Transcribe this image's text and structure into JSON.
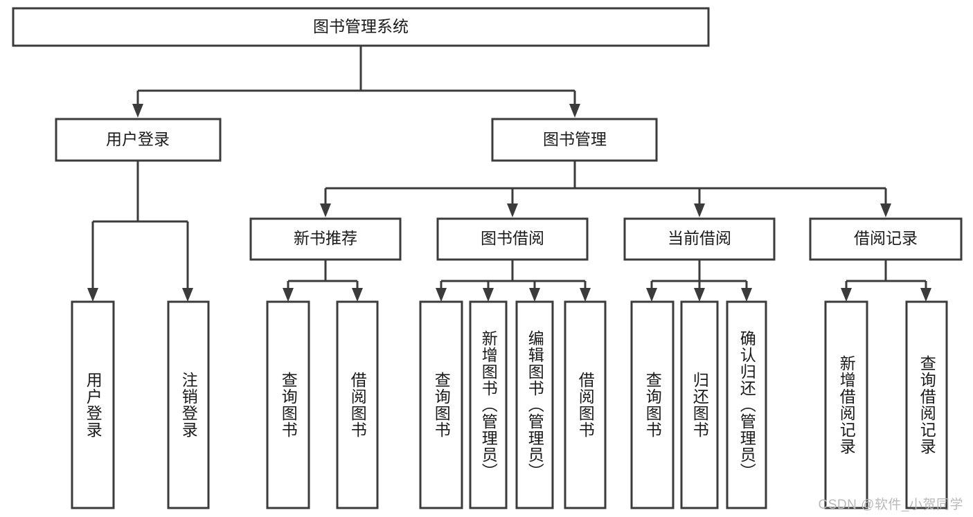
{
  "diagram": {
    "type": "tree",
    "title": "图书管理系统",
    "watermark": "CSDN @软件_小贺同学",
    "colors": {
      "stroke": "#3b3b3b",
      "fill": "#ffffff",
      "text": "#1a1a1a",
      "watermark": "#b9b9b9"
    },
    "root": {
      "label": "图书管理系统"
    },
    "level2": [
      {
        "label": "用户登录"
      },
      {
        "label": "图书管理"
      }
    ],
    "level3": [
      {
        "label": "新书推荐"
      },
      {
        "label": "图书借阅"
      },
      {
        "label": "当前借阅"
      },
      {
        "label": "借阅记录"
      }
    ],
    "leaves": {
      "user_login": [
        {
          "label": "用户登录"
        },
        {
          "label": "注销登录"
        }
      ],
      "new_book_recommend": [
        {
          "label": "查询图书"
        },
        {
          "label": "借阅图书"
        }
      ],
      "book_borrow": [
        {
          "label": "查询图书"
        },
        {
          "label": "新增图书（管理员）"
        },
        {
          "label": "编辑图书（管理员）"
        },
        {
          "label": "借阅图书"
        }
      ],
      "current_borrow": [
        {
          "label": "查询图书"
        },
        {
          "label": "归还图书"
        },
        {
          "label": "确认归还（管理员）"
        }
      ],
      "borrow_record": [
        {
          "label": "新增借阅记录"
        },
        {
          "label": "查询借阅记录"
        }
      ]
    }
  }
}
